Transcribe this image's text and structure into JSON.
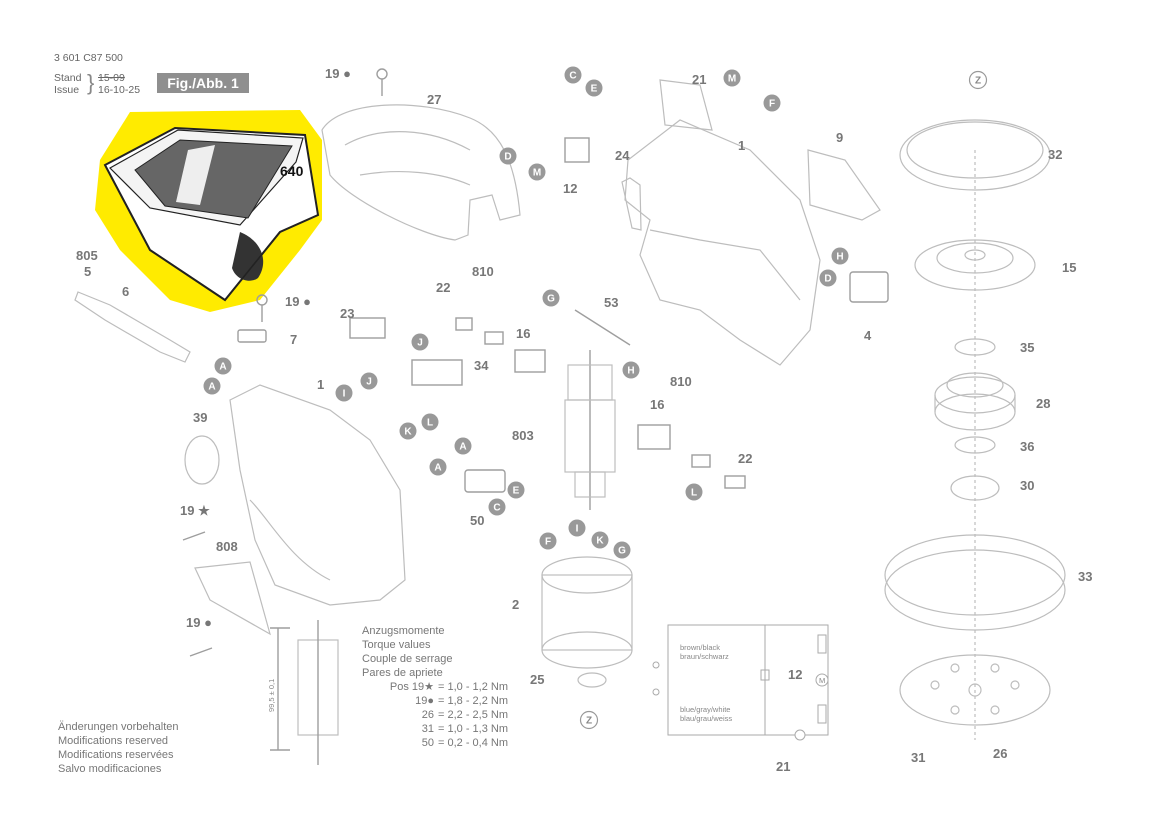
{
  "header": {
    "doc_number": "3 601 C87 500",
    "stand_label": "Stand",
    "issue_label": "Issue",
    "stand_struck": "15-09",
    "issue_date": "16-10-25",
    "fig_label": "Fig./Abb. 1"
  },
  "highlight": {
    "label": "640",
    "color": "#ffea00"
  },
  "torque": {
    "title_lines": [
      "Anzugsmomente",
      "Torque values",
      "Couple de serrage",
      "Pares de apriete"
    ],
    "rows": [
      {
        "pos": "Pos 19★",
        "value": "= 1,0 - 1,2 Nm"
      },
      {
        "pos": "19●",
        "value": "= 1,8 - 2,2 Nm"
      },
      {
        "pos": "26",
        "value": "= 2,2 - 2,5 Nm"
      },
      {
        "pos": "31",
        "value": "= 1,0 - 1,3 Nm"
      },
      {
        "pos": "50",
        "value": "= 0,2 - 0,4 Nm"
      }
    ]
  },
  "modifications": [
    "Änderungen vorbehalten",
    "Modifications reserved",
    "Modifications reservées",
    "Salvo modificaciones"
  ],
  "wiring": {
    "brown_black": "brown/black",
    "braun_schwarz": "braun/schwarz",
    "blue_gray_white": "blue/gray/white",
    "blau_grau_weiss": "blau/grau/weiss",
    "motor_symbol": "M"
  },
  "dimension": "99,5 ± 0,1",
  "part_numbers": [
    "19 ●",
    "27",
    "805",
    "5",
    "6",
    "19 ●",
    "7",
    "1",
    "39",
    "19 ★",
    "808",
    "19 ●",
    "23",
    "22",
    "810",
    "16",
    "34",
    "53",
    "803",
    "50",
    "810",
    "16",
    "22",
    "12",
    "24",
    "1",
    "21",
    "9",
    "32",
    "15",
    "35",
    "28",
    "36",
    "30",
    "33",
    "31",
    "26",
    "4",
    "2",
    "25",
    "12",
    "21",
    "640"
  ],
  "bubbles": [
    "A",
    "A",
    "A",
    "A",
    "C",
    "E",
    "C",
    "E",
    "D",
    "M",
    "M",
    "F",
    "G",
    "H",
    "J",
    "I",
    "J",
    "K",
    "L",
    "L",
    "F",
    "I",
    "K",
    "G",
    "D",
    "H",
    "Z",
    "Z"
  ]
}
